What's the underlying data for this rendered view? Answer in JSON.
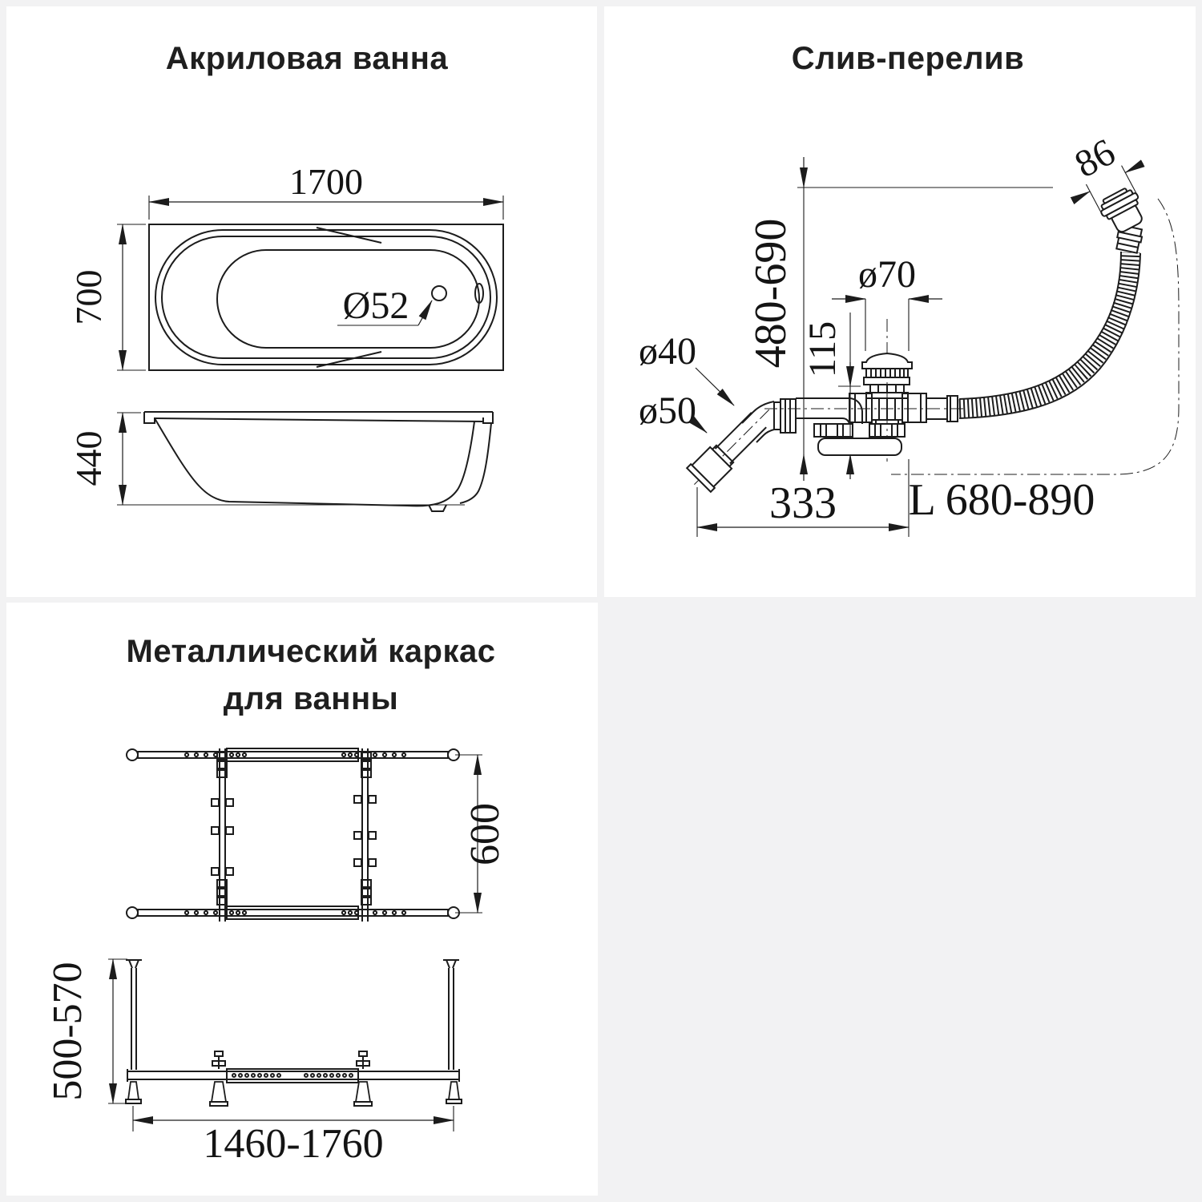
{
  "page": {
    "background": "#f2f2f3",
    "panel_background": "#ffffff",
    "line_color": "#1c1c1c"
  },
  "bathtub": {
    "title": "Акриловая ванна",
    "dims": {
      "length": "1700",
      "width": "700",
      "drain_diameter": "Ø52",
      "height": "440"
    }
  },
  "drain": {
    "title": "Слив-перелив",
    "dims": {
      "overflow_face": "86",
      "install_height": "480-690",
      "valve_diameter": "ø70",
      "flange_height": "115",
      "pipe_diameter": "ø40",
      "outlet_diameter": "ø50",
      "horizontal_offset": "333",
      "hose_length": "L 680-890"
    }
  },
  "frame": {
    "title_line1": "Металлический каркас",
    "title_line2": "для ванны",
    "dims": {
      "width": "600",
      "height_range": "500-570",
      "length_range": "1460-1760"
    }
  }
}
